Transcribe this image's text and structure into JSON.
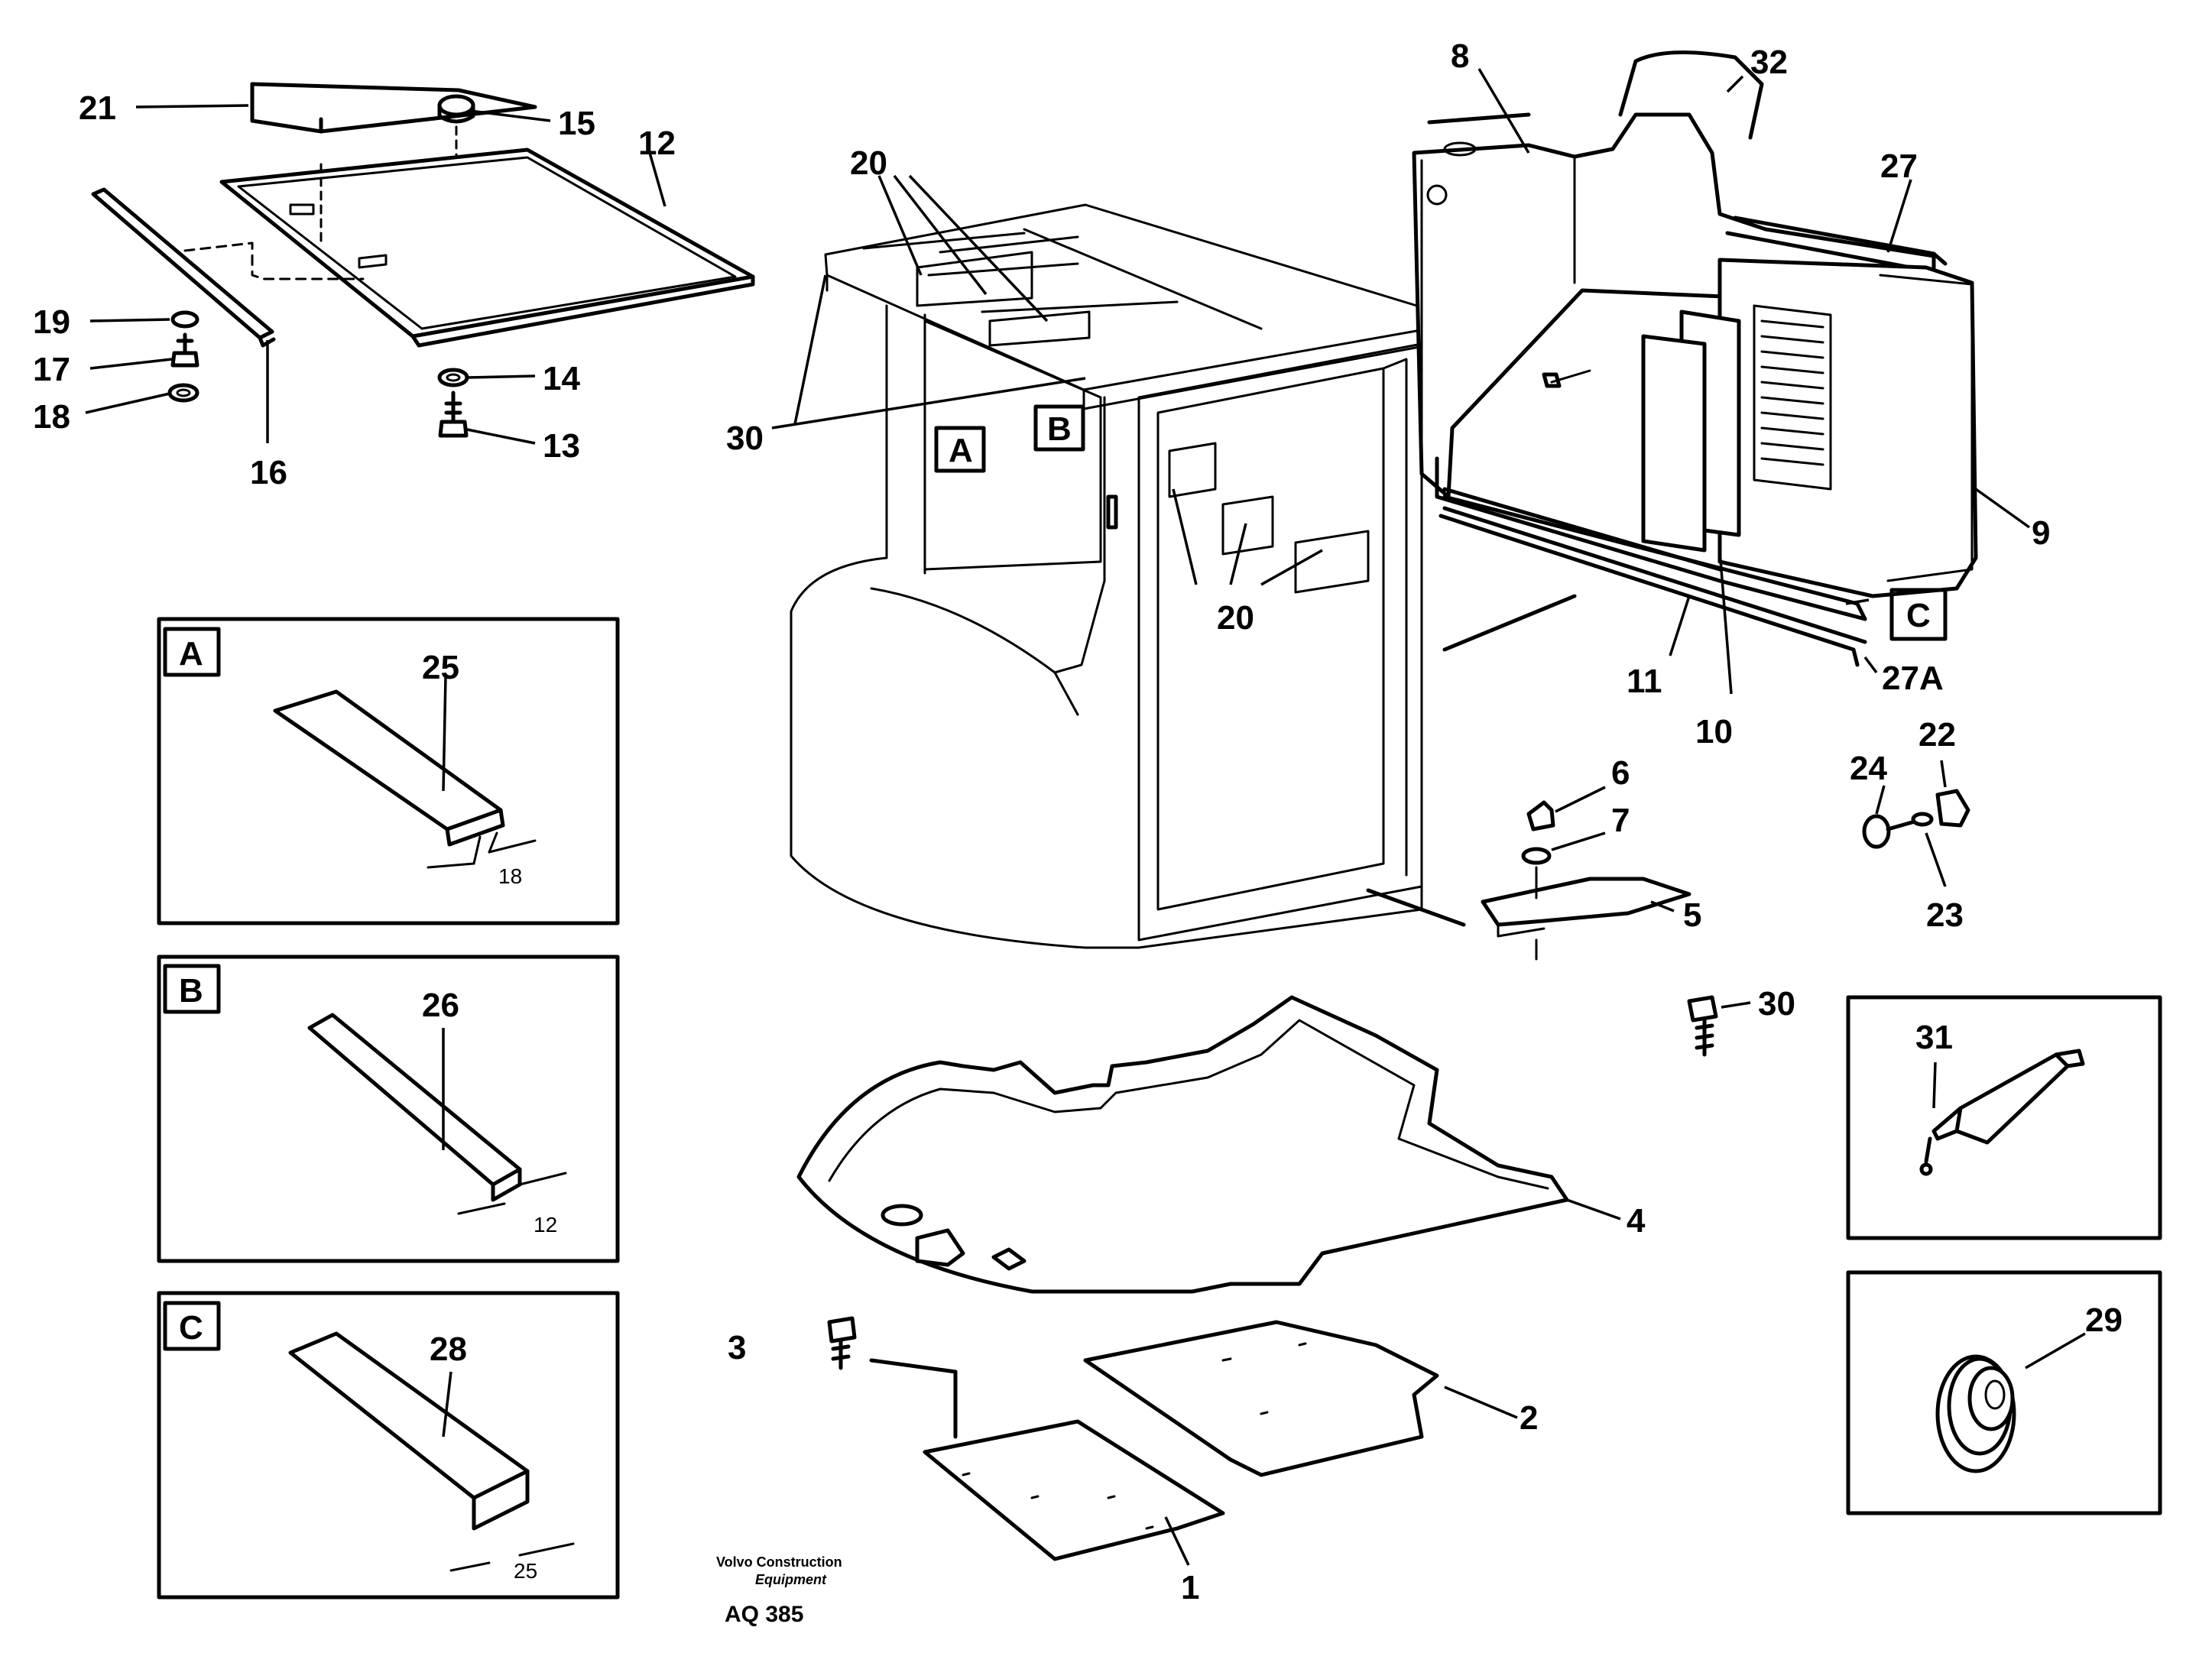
{
  "diagram": {
    "labels": {
      "l21": "21",
      "l15": "15",
      "l12": "12",
      "l19": "19",
      "l17": "17",
      "l18": "18",
      "l16": "16",
      "l14": "14",
      "l13": "13",
      "l20a": "20",
      "l20b": "20",
      "l30a": "30",
      "l8": "8",
      "l32": "32",
      "l27": "27",
      "l9": "9",
      "l11": "11",
      "l10": "10",
      "l27A": "27A",
      "l6": "6",
      "l7": "7",
      "l5": "5",
      "l24": "24",
      "l22": "22",
      "l23": "23",
      "l30b": "30",
      "l31": "31",
      "l29": "29",
      "l4": "4",
      "l3": "3",
      "l2": "2",
      "l1": "1",
      "l25": "25",
      "l26": "26",
      "l28": "28"
    },
    "reference_boxes": {
      "cab_a": "A",
      "cab_b": "B",
      "panel_c": "C"
    },
    "detail_A": {
      "letter": "A",
      "part": "25",
      "dimension": "18"
    },
    "detail_B": {
      "letter": "B",
      "part": "26",
      "dimension": "12"
    },
    "detail_C": {
      "letter": "C",
      "part": "28",
      "dimension": "25"
    },
    "footer": {
      "company_line1": "Volvo Construction",
      "company_line2": "Equipment",
      "code": "AQ 385"
    }
  }
}
